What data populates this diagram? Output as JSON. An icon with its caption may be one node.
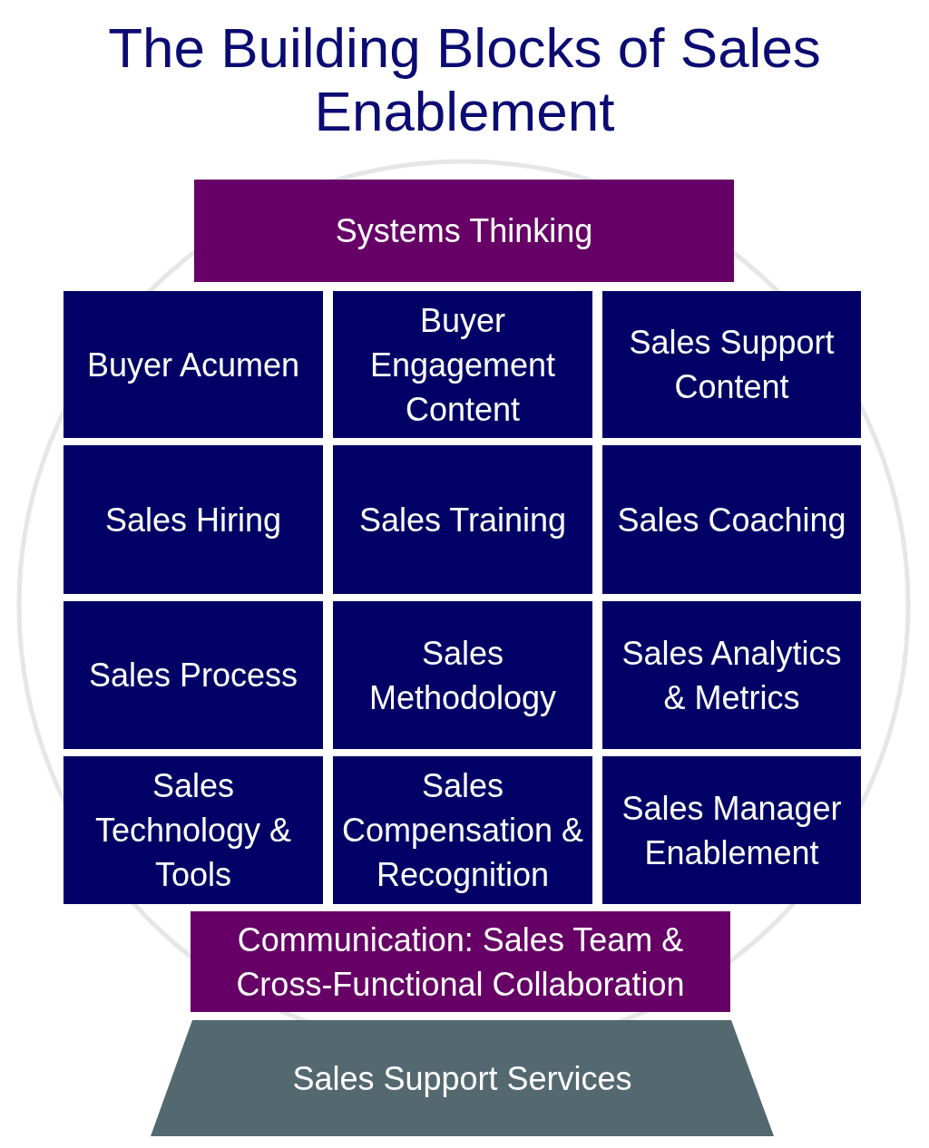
{
  "diagram": {
    "title": "The Building Blocks of Sales Enablement",
    "nodes": [
      {
        "text": [
          "Systems Thinking"
        ]
      },
      {
        "text": [
          "Buyer Acumen"
        ]
      },
      {
        "text": [
          "Buyer Engagement Content"
        ]
      },
      {
        "text": [
          "Sales Support Content"
        ]
      },
      {
        "text": [
          "Sales Hiring"
        ]
      },
      {
        "text": [
          "Sales Training"
        ]
      },
      {
        "text": [
          "Sales Coaching"
        ]
      },
      {
        "text": [
          "Sales Process"
        ]
      },
      {
        "text": [
          "Sales Methodology"
        ]
      },
      {
        "text": [
          "Sales Analytics & Metrics"
        ]
      },
      {
        "text": [
          "Sales Technology & Tools"
        ]
      },
      {
        "text": [
          "Sales Compensation & Recognition"
        ]
      },
      {
        "text": [
          "Sales Manager Enablement"
        ]
      },
      {
        "text": [
          "Communication: Sales Team & Cross-Functional Collaboration"
        ]
      },
      {
        "text": [
          "Sales Support Services"
        ]
      }
    ],
    "edges": []
  }
}
